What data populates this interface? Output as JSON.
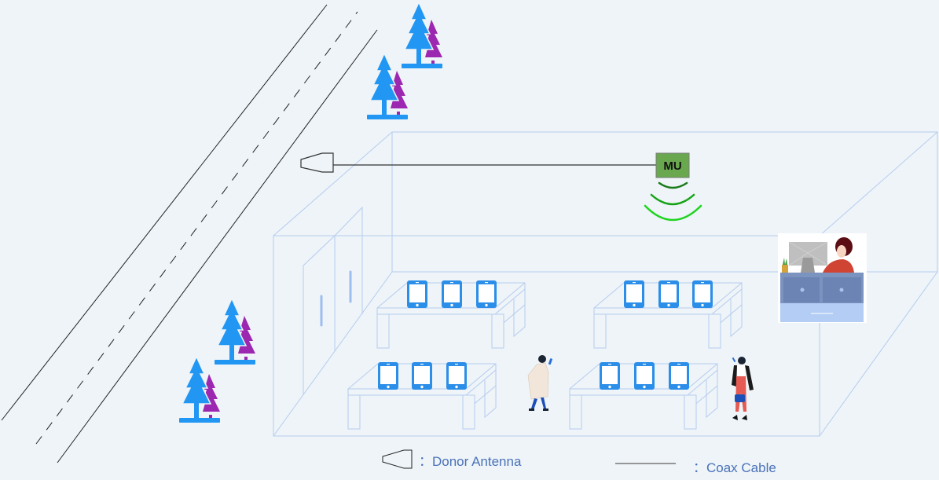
{
  "diagram": {
    "unit_label": "MU",
    "colors": {
      "background": "#eef4f8",
      "wire": "#b6ccef",
      "tree_blue": "#2196f3",
      "tree_purple": "#9c27b0",
      "phone_blue": "#2b8ee8",
      "mu_fill": "#6aa84f",
      "signal_dark": "#1a7a1a",
      "signal_mid": "#17a317",
      "signal_light": "#1fd41f",
      "road_line": "#222222",
      "legend_text": "#4a72b8"
    },
    "icons": [
      "tree-icon",
      "tablet-icon",
      "person-icon",
      "reception-desk-icon",
      "donor-antenna-icon",
      "signal-icon"
    ]
  },
  "legend": {
    "items": [
      {
        "symbol": "donor-antenna",
        "separator": "：",
        "label": "Donor Antenna"
      },
      {
        "symbol": "coax-cable",
        "separator": "：",
        "label": "Coax Cable"
      }
    ]
  }
}
